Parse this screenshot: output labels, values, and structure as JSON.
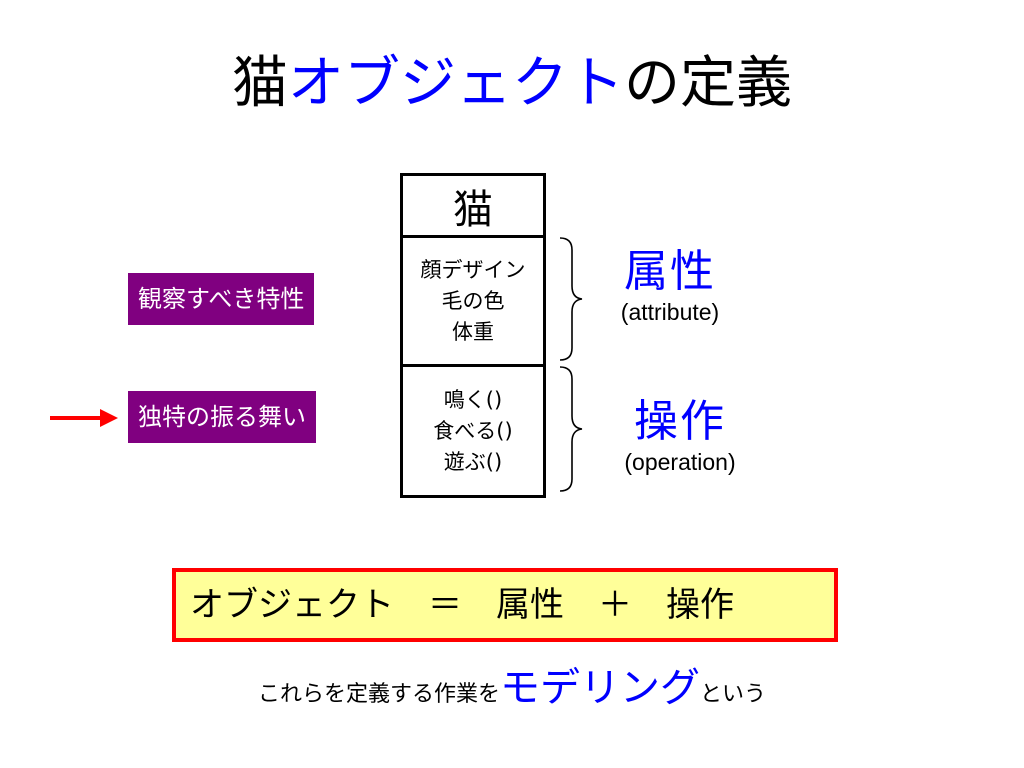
{
  "title": {
    "prefix": "猫",
    "highlight": "オブジェクト",
    "suffix": "の定義"
  },
  "class_box": {
    "name": "猫",
    "attributes": [
      "顔デザイン",
      "毛の色",
      "体重"
    ],
    "operations": [
      "鳴く()",
      "食べる()",
      "遊ぶ()"
    ]
  },
  "attribute_label": {
    "main": "属性",
    "sub": "(attribute)"
  },
  "operation_label": {
    "main": "操作",
    "sub": "(operation)"
  },
  "left_tags": {
    "attributes": "観察すべき特性",
    "operations": "独特の振る舞い"
  },
  "equation": "オブジェクト　＝　属性　＋　操作",
  "footer": {
    "prefix": "これらを定義する作業を",
    "emphasis": "モデリング",
    "suffix": "という"
  },
  "colors": {
    "accent_blue": "#0000ff",
    "tag_purple": "#800080",
    "arrow_red": "#ff0000",
    "box_yellow": "#ffff99",
    "box_border_red": "#ff0000"
  }
}
